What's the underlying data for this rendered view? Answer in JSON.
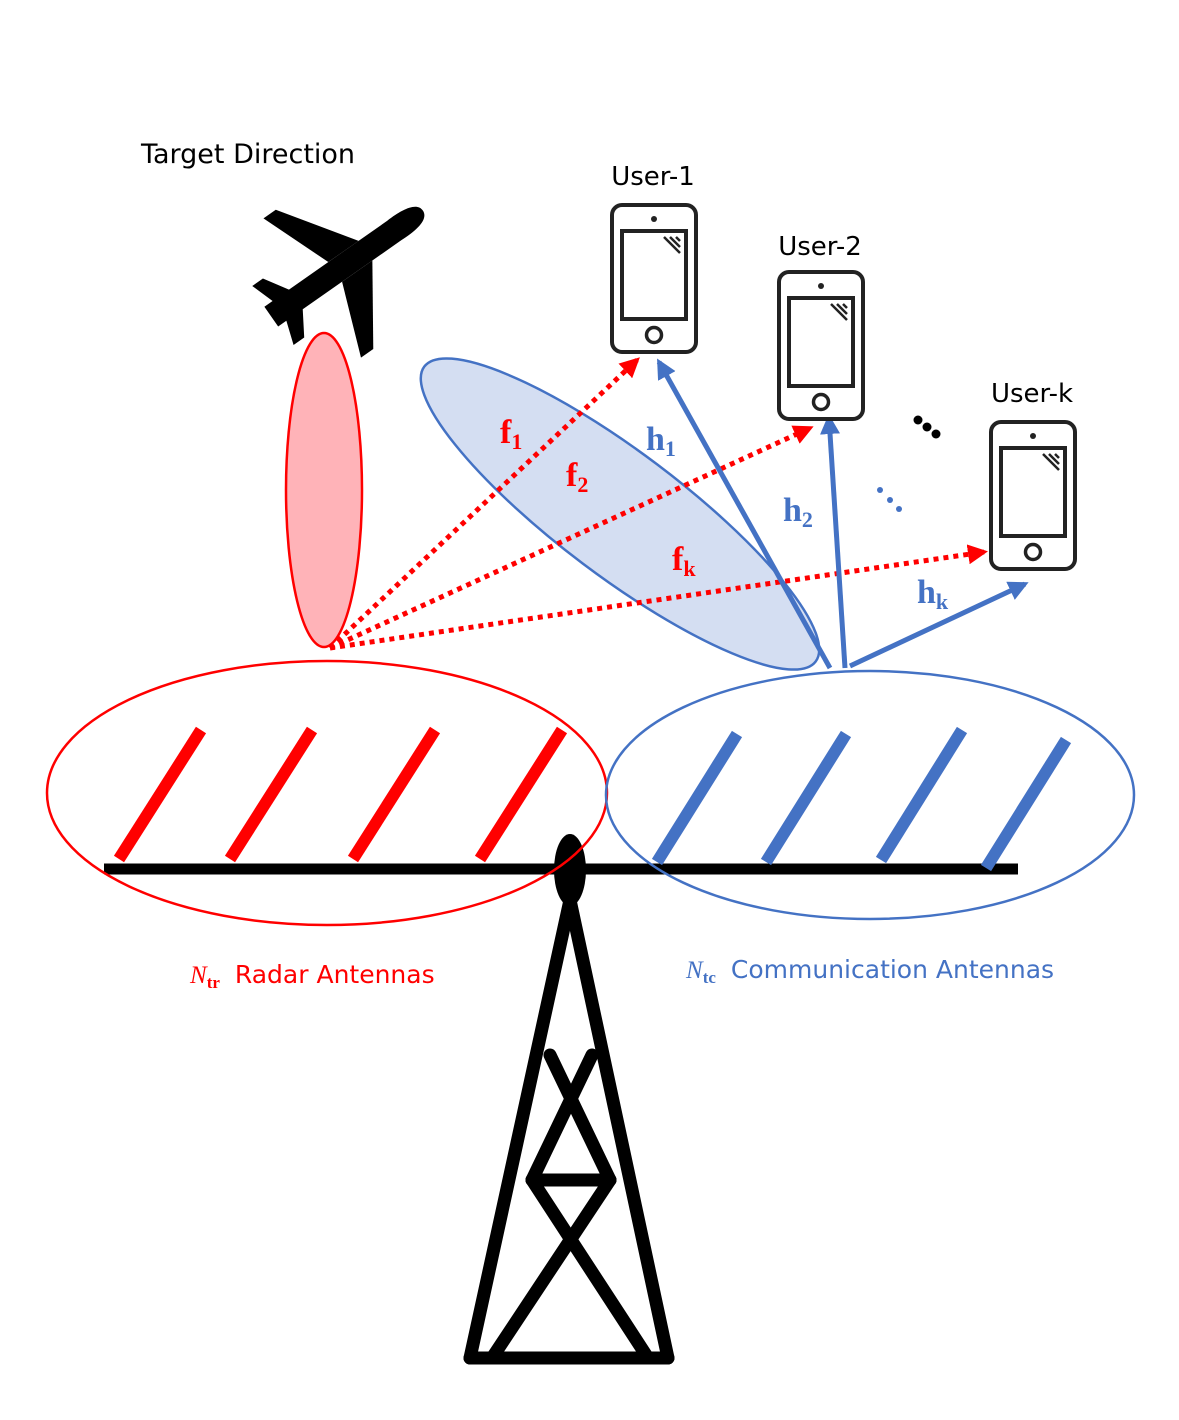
{
  "target_label": "Target Direction",
  "users": [
    {
      "label": "User-1"
    },
    {
      "label": "User-2"
    },
    {
      "label": "User-k"
    }
  ],
  "radar_beams": [
    {
      "symbol": "f",
      "sub": "1"
    },
    {
      "symbol": "f",
      "sub": "2"
    },
    {
      "symbol": "f",
      "sub": "k"
    }
  ],
  "comm_channels": [
    {
      "symbol": "h",
      "sub": "1"
    },
    {
      "symbol": "h",
      "sub": "2"
    },
    {
      "symbol": "h",
      "sub": "k"
    }
  ],
  "radar_array": {
    "symbol": "N",
    "sub": "tr",
    "label": "Radar Antennas"
  },
  "comm_array": {
    "symbol": "N",
    "sub": "tc",
    "label": "Communication Antennas"
  },
  "colors": {
    "radar": "#ff0000",
    "comm": "#4472c4",
    "radar_beam_fill": "#ffb3b8",
    "comm_beam_fill": "#d4def2",
    "ink": "#000000"
  }
}
